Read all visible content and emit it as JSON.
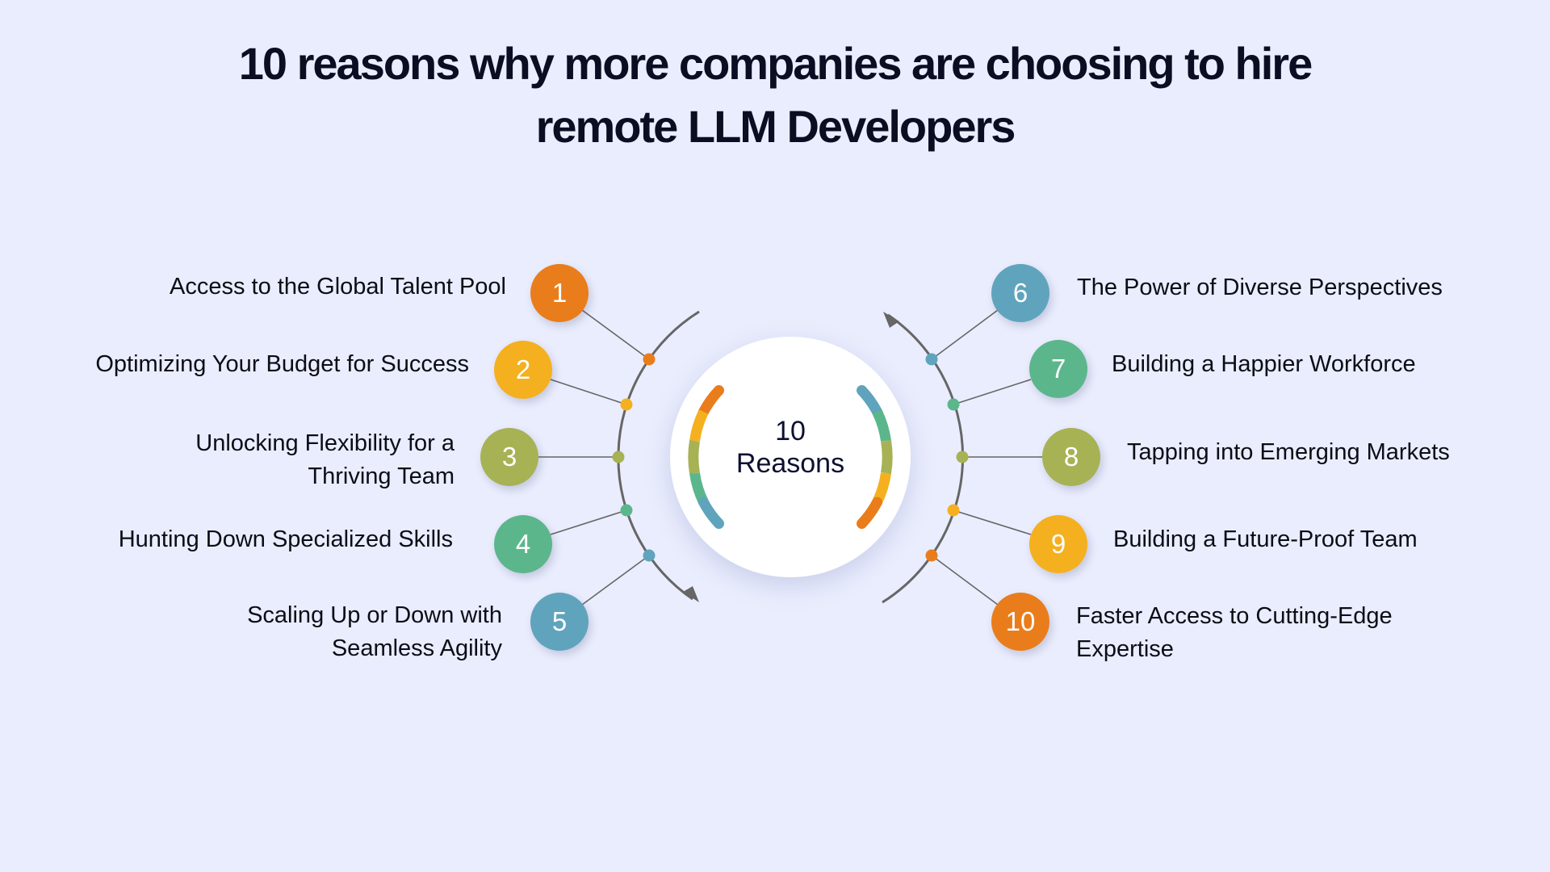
{
  "title": {
    "line1": "10 reasons why more companies are choosing to hire",
    "line2": "remote LLM Developers"
  },
  "center": {
    "line1": "10",
    "line2": "Reasons"
  },
  "colors": {
    "background": "#EAEDFD",
    "orange": "#EA7D1B",
    "yellow": "#F5B01F",
    "olive": "#A7B255",
    "green": "#5CB68C",
    "blue": "#5FA4BC",
    "connector": "#666666",
    "text": "#0B0D1C"
  },
  "reasons": [
    {
      "number": "1",
      "color": "orange",
      "side": "left",
      "lines": [
        "Access to the Global Talent Pool"
      ]
    },
    {
      "number": "2",
      "color": "yellow",
      "side": "left",
      "lines": [
        "Optimizing Your Budget for Success"
      ]
    },
    {
      "number": "3",
      "color": "olive",
      "side": "left",
      "lines": [
        "Unlocking Flexibility for a",
        "Thriving Team"
      ]
    },
    {
      "number": "4",
      "color": "green",
      "side": "left",
      "lines": [
        "Hunting Down Specialized Skills"
      ]
    },
    {
      "number": "5",
      "color": "blue",
      "side": "left",
      "lines": [
        "Scaling Up or Down with",
        "Seamless Agility"
      ]
    },
    {
      "number": "6",
      "color": "blue",
      "side": "right",
      "lines": [
        "The Power of Diverse Perspectives"
      ]
    },
    {
      "number": "7",
      "color": "green",
      "side": "right",
      "lines": [
        "Building a Happier Workforce"
      ]
    },
    {
      "number": "8",
      "color": "olive",
      "side": "right",
      "lines": [
        "Tapping into Emerging Markets"
      ]
    },
    {
      "number": "9",
      "color": "yellow",
      "side": "right",
      "lines": [
        "Building a Future-Proof Team"
      ]
    },
    {
      "number": "10",
      "color": "orange",
      "side": "right",
      "lines": [
        "Faster Access to Cutting-Edge",
        "Expertise"
      ]
    }
  ]
}
